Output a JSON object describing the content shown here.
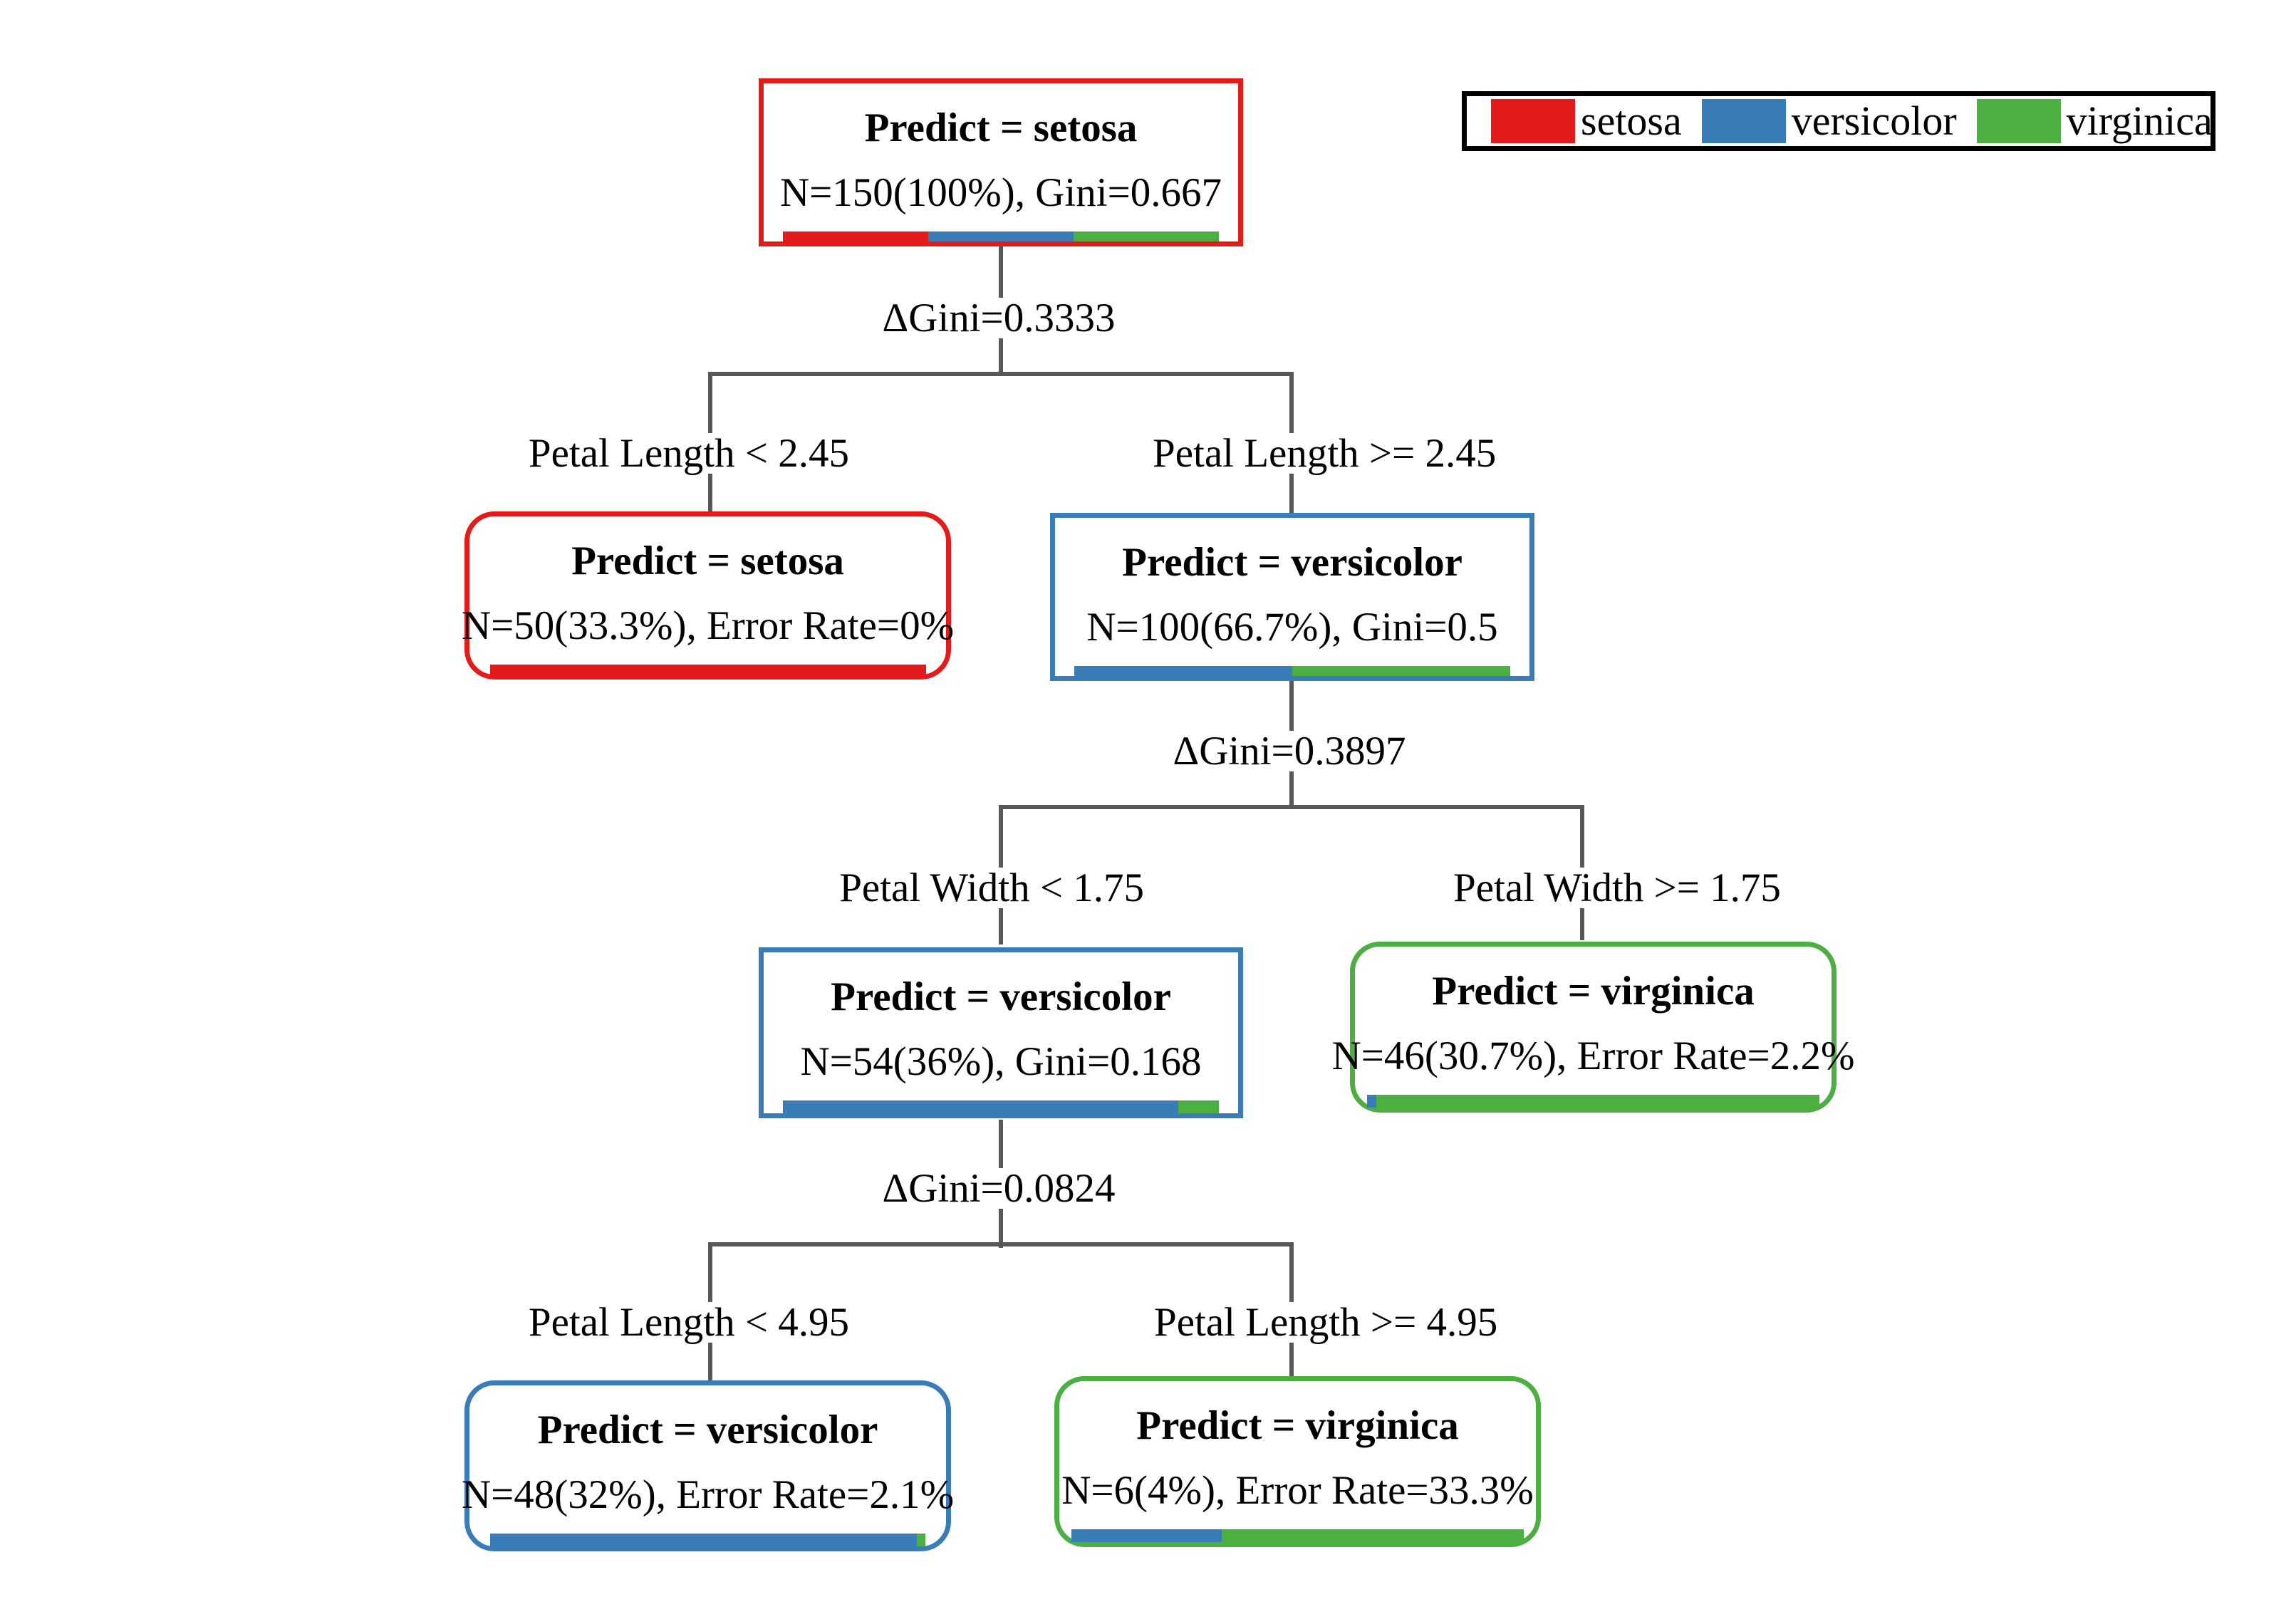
{
  "legend": {
    "items": [
      {
        "label": "setosa",
        "color": "#E31B1B"
      },
      {
        "label": "versicolor",
        "color": "#3A7CB8"
      },
      {
        "label": "virginica",
        "color": "#4CAF42"
      }
    ]
  },
  "colors": {
    "setosa": "#E31B1B",
    "versicolor": "#3A7CB8",
    "virginica": "#4CAF42",
    "connector": "#58585a",
    "text": "#000000",
    "legend_border": "#000000"
  },
  "chart_data": {
    "type": "tree",
    "title": "",
    "classes": [
      "setosa",
      "versicolor",
      "virginica"
    ],
    "total_n": 150,
    "nodes": [
      {
        "id": "root",
        "title": "Predict = setosa",
        "stats": "N=150(100%), Gini=0.667",
        "n": 150,
        "pct": "100%",
        "gini": 0.667,
        "kind": "internal",
        "border_class": "setosa",
        "distribution": [
          33.33,
          33.33,
          33.33
        ]
      },
      {
        "id": "n-setosa-leaf",
        "title": "Predict = setosa",
        "stats": "N=50(33.3%), Error Rate=0%",
        "n": 50,
        "pct": "33.3%",
        "error_rate": "0%",
        "kind": "leaf",
        "border_class": "setosa",
        "distribution": [
          100,
          0,
          0
        ]
      },
      {
        "id": "n-versicolor-100",
        "title": "Predict = versicolor",
        "stats": "N=100(66.7%), Gini=0.5",
        "n": 100,
        "pct": "66.7%",
        "gini": 0.5,
        "kind": "internal",
        "border_class": "versicolor",
        "distribution": [
          0,
          50,
          50
        ]
      },
      {
        "id": "n-versicolor-54",
        "title": "Predict = versicolor",
        "stats": "N=54(36%), Gini=0.168",
        "n": 54,
        "pct": "36%",
        "gini": 0.168,
        "kind": "internal",
        "border_class": "versicolor",
        "distribution": [
          0,
          90.7,
          9.3
        ]
      },
      {
        "id": "n-virginica-46",
        "title": "Predict = virginica",
        "stats": "N=46(30.7%), Error Rate=2.2%",
        "n": 46,
        "pct": "30.7%",
        "error_rate": "2.2%",
        "kind": "leaf",
        "border_class": "virginica",
        "distribution": [
          0,
          2.2,
          97.8
        ]
      },
      {
        "id": "n-versicolor-48",
        "title": "Predict = versicolor",
        "stats": "N=48(32%), Error Rate=2.1%",
        "n": 48,
        "pct": "32%",
        "error_rate": "2.1%",
        "kind": "leaf",
        "border_class": "versicolor",
        "distribution": [
          0,
          97.9,
          2.1
        ]
      },
      {
        "id": "n-virginica-6",
        "title": "Predict = virginica",
        "stats": "N=6(4%), Error Rate=33.3%",
        "n": 6,
        "pct": "4%",
        "error_rate": "33.3%",
        "kind": "leaf",
        "border_class": "virginica",
        "distribution": [
          0,
          33.3,
          66.7
        ]
      }
    ],
    "splits": [
      {
        "id": "split-1",
        "gini_label": "ΔGini=0.3333",
        "left_label": "Petal Length < 2.45",
        "right_label": "Petal Length >= 2.45"
      },
      {
        "id": "split-2",
        "gini_label": "ΔGini=0.3897",
        "left_label": "Petal Width < 1.75",
        "right_label": "Petal Width >= 1.75"
      },
      {
        "id": "split-3",
        "gini_label": "ΔGini=0.0824",
        "left_label": "Petal Length < 4.95",
        "right_label": "Petal Length >= 4.95"
      }
    ]
  }
}
